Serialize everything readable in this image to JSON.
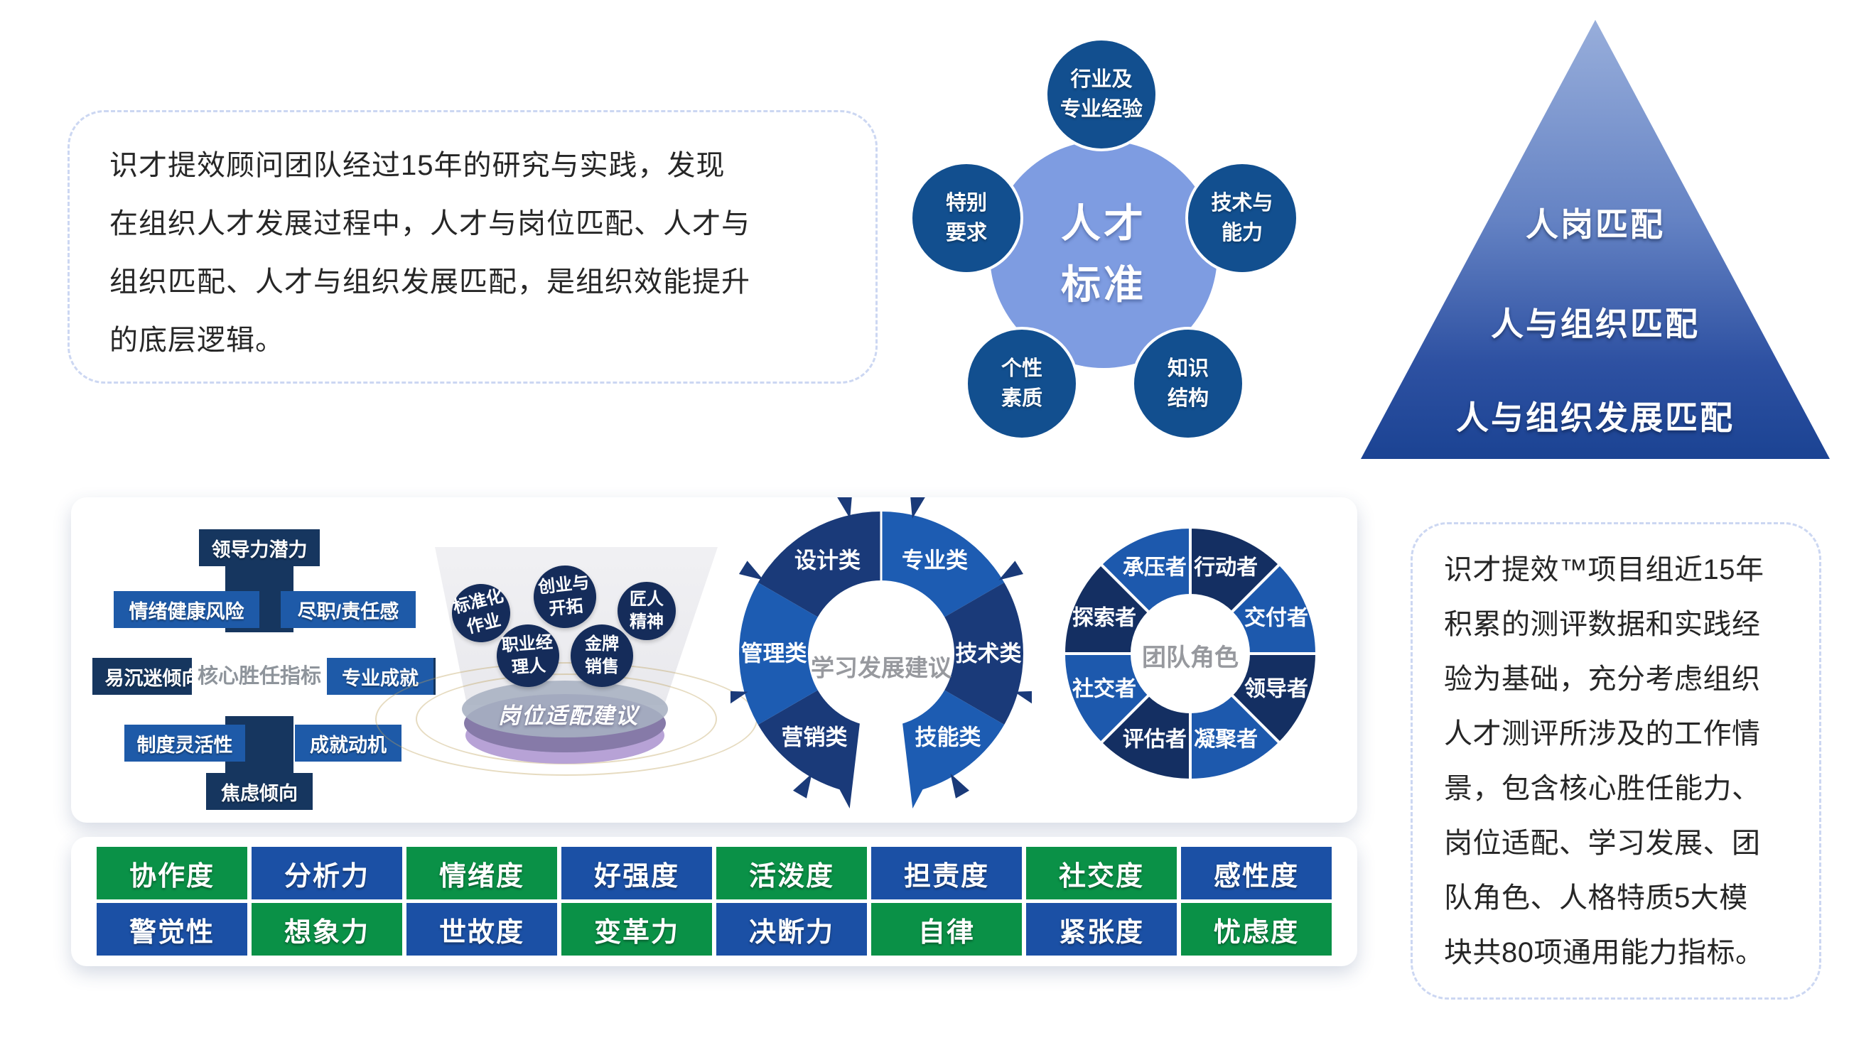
{
  "intro_box": {
    "lines": [
      "识才提效顾问团队经过15年的研究与实践，发现",
      "在组织人才发展过程中，人才与岗位匹配、人才与",
      "组织匹配、人才与组织发展匹配，是组织效能提升",
      "的底层逻辑。"
    ]
  },
  "talent_standard": {
    "center_lines": [
      "人才",
      "标准"
    ],
    "satellites": [
      {
        "lines": [
          "行业及",
          "专业经验"
        ]
      },
      {
        "lines": [
          "技术与",
          "能力"
        ]
      },
      {
        "lines": [
          "知识",
          "结构"
        ]
      },
      {
        "lines": [
          "个性",
          "素质"
        ]
      },
      {
        "lines": [
          "特别",
          "要求"
        ]
      }
    ]
  },
  "pyramid": {
    "levels": [
      "人岗匹配",
      "人与组织匹配",
      "人与组织发展匹配"
    ]
  },
  "competency_map": {
    "center": "核心胜任指标",
    "items": [
      {
        "label": "领导力潜力",
        "tone": "dark",
        "pos": "top"
      },
      {
        "label": "情绪健康风险",
        "tone": "mid",
        "pos": "upper-left"
      },
      {
        "label": "尽职/责任感",
        "tone": "mid",
        "pos": "upper-right"
      },
      {
        "label": "易沉迷倾向",
        "tone": "dark",
        "pos": "left"
      },
      {
        "label": "专业成就",
        "tone": "mid",
        "pos": "right"
      },
      {
        "label": "制度灵活性",
        "tone": "mid",
        "pos": "lower-left"
      },
      {
        "label": "成就动机",
        "tone": "mid",
        "pos": "lower-right"
      },
      {
        "label": "焦虑倾向",
        "tone": "dark",
        "pos": "bottom"
      }
    ]
  },
  "position_fit": {
    "title": "岗位适配建议",
    "circles": [
      {
        "lines": [
          "标准化",
          "作业"
        ]
      },
      {
        "lines": [
          "创业与",
          "开拓"
        ]
      },
      {
        "lines": [
          "匠人",
          "精神"
        ]
      },
      {
        "lines": [
          "职业经",
          "理人"
        ]
      },
      {
        "lines": [
          "金牌",
          "销售"
        ]
      }
    ]
  },
  "learning_ring": {
    "center": "学习发展建议",
    "segments": [
      {
        "label": "设计类",
        "tone": "dark",
        "from": 300,
        "to": 360
      },
      {
        "label": "专业类",
        "tone": "mid",
        "from": 0,
        "to": 60
      },
      {
        "label": "技术类",
        "tone": "dark",
        "from": 60,
        "to": 120
      },
      {
        "label": "技能类",
        "tone": "mid",
        "from": 120,
        "to": 163,
        "tip": "end"
      },
      {
        "label": "营销类",
        "tone": "dark",
        "from": 197,
        "to": 240,
        "tip": "start"
      },
      {
        "label": "管理类",
        "tone": "mid",
        "from": 240,
        "to": 300
      }
    ]
  },
  "team_ring": {
    "center": "团队角色",
    "segments": [
      {
        "label": "行动者",
        "tone": "dark"
      },
      {
        "label": "交付者",
        "tone": "mid"
      },
      {
        "label": "领导者",
        "tone": "dark"
      },
      {
        "label": "凝聚者",
        "tone": "mid"
      },
      {
        "label": "评估者",
        "tone": "dark"
      },
      {
        "label": "社交者",
        "tone": "mid"
      },
      {
        "label": "探索者",
        "tone": "dark"
      },
      {
        "label": "承压者",
        "tone": "mid"
      }
    ]
  },
  "ability_grid": {
    "rows": [
      [
        {
          "label": "协作度",
          "color": "green"
        },
        {
          "label": "分析力",
          "color": "blue"
        },
        {
          "label": "情绪度",
          "color": "green"
        },
        {
          "label": "好强度",
          "color": "blue"
        },
        {
          "label": "活泼度",
          "color": "green"
        },
        {
          "label": "担责度",
          "color": "blue"
        },
        {
          "label": "社交度",
          "color": "green"
        },
        {
          "label": "感性度",
          "color": "blue"
        }
      ],
      [
        {
          "label": "警觉性",
          "color": "blue"
        },
        {
          "label": "想象力",
          "color": "green"
        },
        {
          "label": "世故度",
          "color": "blue"
        },
        {
          "label": "变革力",
          "color": "green"
        },
        {
          "label": "决断力",
          "color": "blue"
        },
        {
          "label": "自律",
          "color": "green"
        },
        {
          "label": "紧张度",
          "color": "blue"
        },
        {
          "label": "忧虑度",
          "color": "green"
        }
      ]
    ]
  },
  "detail_box": {
    "lines": [
      "识才提效™项目组近15年",
      "积累的测评数据和实践经",
      "验为基础，充分考虑组织",
      "人才测评所涉及的工作情",
      "景，包含核心胜任能力、",
      "岗位适配、学习发展、团",
      "队角色、人格特质5大模",
      "块共80项通用能力指标。"
    ]
  },
  "colors": {
    "dark_navy": "#16365f",
    "mid_blue": "#1e5aa8",
    "ring_dark": "#1a3a79",
    "ring_mid": "#1d5cb2",
    "donut_dark": "#142f62",
    "donut_mid": "#1d59ad",
    "satellite_blue": "#124f8f",
    "center_circle_blue": "#7e9ce1",
    "funnel_circle_navy": "#152c5a",
    "grid_green": "#0a9147",
    "grid_blue": "#1b50a5",
    "pyramid_top": "#98aedb",
    "pyramid_bottom": "#1b4393",
    "gray_label": "#97999e"
  }
}
